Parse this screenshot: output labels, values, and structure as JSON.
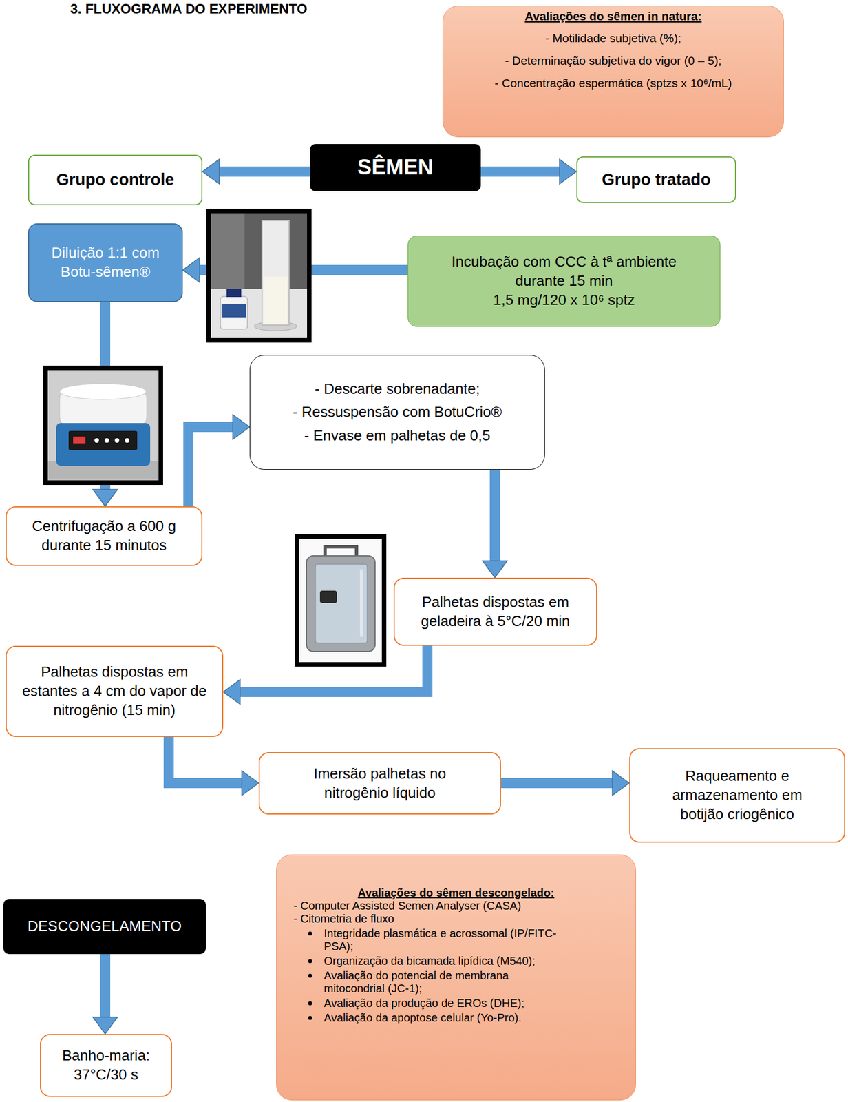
{
  "diagram": {
    "title": "3. FLUXOGRAMA DO EXPERIMENTO",
    "nodes": [
      {
        "text": [
          "Avaliações do sêmen in natura:",
          "- Motilidade subjetiva (%);",
          "- Determinação subjetiva do vigor (0 – 5);",
          "- Concentração espermática (sptzs x 10⁶/mL)"
        ]
      },
      {
        "text": [
          "SÊMEN"
        ]
      },
      {
        "text": [
          "Grupo controle"
        ]
      },
      {
        "text": [
          "Grupo tratado"
        ]
      },
      {
        "text": [
          "Diluição 1:1 com Botu-sêmen®"
        ]
      },
      {
        "text": [
          "Incubação com CCC à tª ambiente durante 15 min",
          "1,5 mg/120 x 10⁶ sptz"
        ]
      },
      {
        "text": [
          "- Descarte sobrenadante;",
          "- Ressuspensão com BotuCrio®",
          "- Envase em palhetas de 0,5"
        ]
      },
      {
        "text": [
          "Centrifugação a 600 g durante 15 minutos"
        ]
      },
      {
        "text": [
          "Palhetas dispostas em geladeira à 5°C/20 min"
        ]
      },
      {
        "text": [
          "Palhetas dispostas em estantes a 4 cm do vapor de nitrogênio (15 min)"
        ]
      },
      {
        "text": [
          "Imersão palhetas no nitrogênio líquido"
        ]
      },
      {
        "text": [
          "Raqueamento e armazenamento em botijão criogênico"
        ]
      },
      {
        "text": [
          "DESCONGELAMENTO"
        ]
      },
      {
        "text": [
          "Avaliações do sêmen descongelado:",
          "- Computer Assisted Semen Analyser (CASA)",
          "- Citometria de fluxo",
          "Integridade plasmática e acrossomal (IP/FITC-PSA);",
          "Organização da bicamada lipídica (M540);",
          "Avaliação do potencial de membrana mitocondrial (JC-1);",
          "Avaliação da produção de EROs (DHE);",
          "Avaliação da apoptose celular (Yo-Pro)."
        ]
      },
      {
        "text": [
          "Banho-maria: 37°C/30 s"
        ]
      }
    ],
    "edges": [
      {
        "from": 1,
        "to": 2,
        "arrow": "to"
      },
      {
        "from": 1,
        "to": 3,
        "arrow": "to"
      },
      {
        "from": 5,
        "to": 4,
        "arrow": "to"
      },
      {
        "from": 4,
        "to": 7,
        "arrow": "to"
      },
      {
        "from": 7,
        "to": 6,
        "arrow": "to"
      },
      {
        "from": 6,
        "to": 8,
        "arrow": "to"
      },
      {
        "from": 8,
        "to": 9,
        "arrow": "to"
      },
      {
        "from": 9,
        "to": 10,
        "arrow": "to"
      },
      {
        "from": 10,
        "to": 11,
        "arrow": "to"
      },
      {
        "from": 12,
        "to": 14,
        "arrow": "to"
      }
    ]
  }
}
